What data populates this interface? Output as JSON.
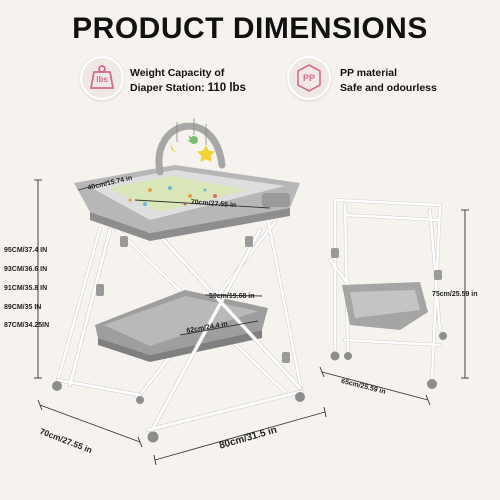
{
  "title": "PRODUCT DIMENSIONS",
  "features": [
    {
      "icon": "weight-icon",
      "icon_text": "lbs",
      "line1": "Weight Capacity of",
      "line2": "Diaper Station: ",
      "value": "110 lbs"
    },
    {
      "icon": "pp-material-icon",
      "icon_text": "PP",
      "line1": "PP material",
      "line2": "Safe and odourless"
    }
  ],
  "heights": [
    "95CM/37.4 IN",
    "93CM/36.6 IN",
    "91CM/35.8 IN",
    "89CM/35 IN",
    "87CM/34.25IN"
  ],
  "dims": {
    "top_depth": "40cm/15.74 in",
    "top_width": "70cm/27.55 in",
    "shelf_depth": "50cm/19.68 in",
    "shelf_width": "62cm/24.4 in",
    "base_depth": "70cm/27.55 in",
    "base_width": "80cm/31.5 in",
    "folded_height": "75cm/25.59 in",
    "folded_width": "65cm/25.59 in"
  },
  "colors": {
    "frame": "#ffffff",
    "frame_edge": "#c8c8c8",
    "tray": "#a9a9a9",
    "tray_dark": "#8a8a8a",
    "background": "#f6f3ef"
  }
}
